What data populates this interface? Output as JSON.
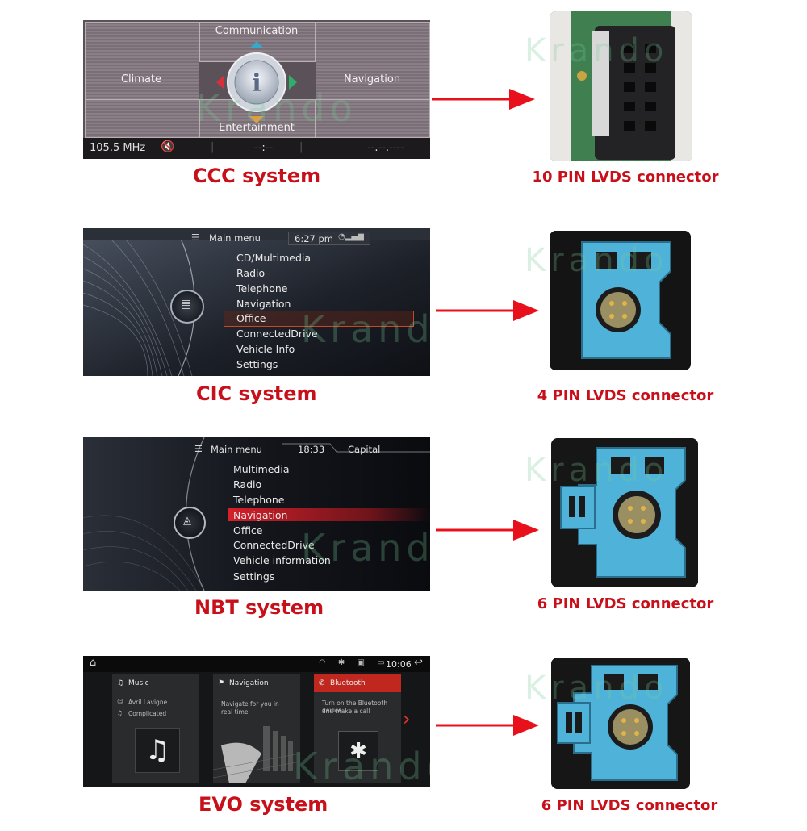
{
  "watermark": "Krando",
  "systems": [
    {
      "caption": "CCC system",
      "connector": "10 PIN LVDS connector",
      "screen": {
        "top_label": "Communication",
        "left_label": "Climate",
        "right_label": "Navigation",
        "bottom_label": "Entertainment",
        "center_icon": "info-icon",
        "status_freq": "105.5 MHz",
        "status_mid": "--:--",
        "status_right": "--.--.----"
      }
    },
    {
      "caption": "CIC system",
      "connector": "4 PIN LVDS connector",
      "screen": {
        "header": "Main menu",
        "time": "6:27 pm",
        "items": [
          "CD/Multimedia",
          "Radio",
          "Telephone",
          "Navigation",
          "Office",
          "ConnectedDrive",
          "Vehicle Info",
          "Settings"
        ],
        "selected": "Office"
      }
    },
    {
      "caption": "NBT system",
      "connector": "6 PIN LVDS connector",
      "screen": {
        "header": "Main menu",
        "time": "18:33",
        "location": "Capital",
        "items": [
          "Multimedia",
          "Radio",
          "Telephone",
          "Navigation",
          "Office",
          "ConnectedDrive",
          "Vehicle information",
          "Settings"
        ],
        "selected": "Navigation"
      }
    },
    {
      "caption": "EVO system",
      "connector": "6 PIN LVDS connector",
      "screen": {
        "time": "10:06",
        "cards": [
          {
            "title": "Music",
            "line1": "Avril Lavigne",
            "line2": "Complicated"
          },
          {
            "title": "Navigation",
            "line1": "Navigate for you in",
            "line2": "real time"
          },
          {
            "title": "Bluetooth",
            "line1": "Turn on the Bluetooth device",
            "line2": "and make a call"
          }
        ]
      }
    }
  ],
  "colors": {
    "caption": "#c8101a",
    "arrow": "#e8101a",
    "connector_blue": "#4fb3d9",
    "evo_accent": "#c0271e"
  }
}
